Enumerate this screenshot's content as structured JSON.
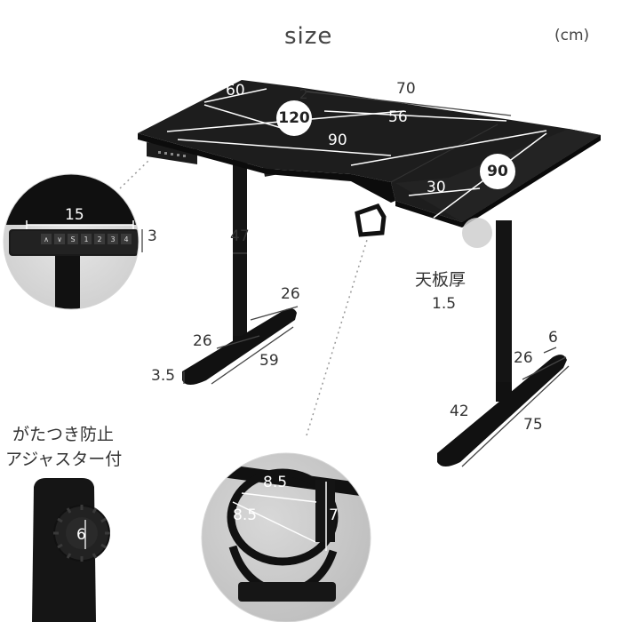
{
  "title": "size",
  "unit": "(cm)",
  "desk_dims": {
    "return_depth": "60",
    "gap": "2",
    "total_width": "70",
    "diag_120": "120",
    "return_inner": "56",
    "main_width": "90",
    "side_length": "90",
    "main_depth": "30"
  },
  "leg_dims": {
    "column": "47",
    "foot_a": "26",
    "foot_b": "26",
    "foot_length": "59",
    "foot_height": "3.5",
    "right_foot_top": "26",
    "right_foot_small": "6",
    "right_foot_height": "42",
    "right_foot_length": "75"
  },
  "controller": {
    "width": "15",
    "height": "3",
    "buttons": [
      "∧",
      "∨",
      "S",
      "1",
      "2",
      "3",
      "4"
    ]
  },
  "thickness": {
    "label": "天板厚",
    "value": "1.5"
  },
  "caster": {
    "label_line1": "がたつき防止",
    "label_line2": "アジャスター付",
    "size": "6"
  },
  "cup_holder": {
    "diameter_top": "8.5",
    "diameter_mid": "8.5",
    "height": "7"
  }
}
